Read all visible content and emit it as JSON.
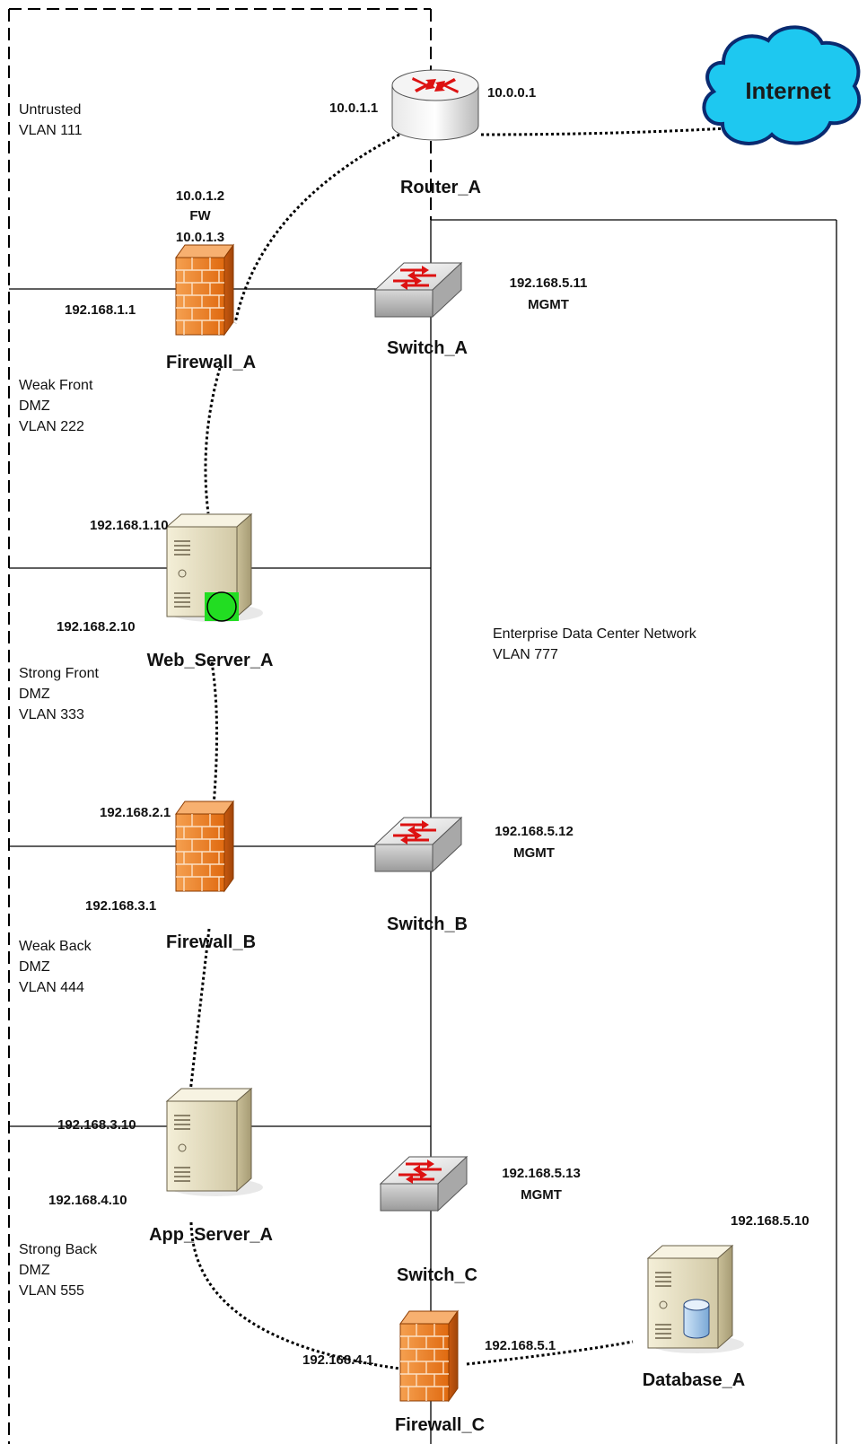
{
  "zones": {
    "untrusted": "Untrusted\nVLAN 111",
    "weak_front": "Weak Front\nDMZ\nVLAN 222",
    "strong_front": "Strong Front\nDMZ\nVLAN 333",
    "weak_back": "Weak Back\nDMZ\nVLAN 444",
    "strong_back": "Strong Back\nDMZ\nVLAN 555",
    "enterprise": "Enterprise Data Center Network\nVLAN 777"
  },
  "internet": {
    "label": "Internet"
  },
  "router_a": {
    "name": "Router_A",
    "ip_left": "10.0.1.1",
    "ip_right": "10.0.0.1"
  },
  "firewall_a": {
    "name": "Firewall_A",
    "ip_top1": "10.0.1.2",
    "fw_label": "FW",
    "ip_top2": "10.0.1.3",
    "ip_left": "192.168.1.1"
  },
  "switch_a": {
    "name": "Switch_A",
    "ip": "192.168.5.11",
    "mgmt": "MGMT"
  },
  "web_server_a": {
    "name": "Web_Server_A",
    "ip_top": "192.168.1.10",
    "ip_bottom": "192.168.2.10",
    "status_color": "#22dd22"
  },
  "firewall_b": {
    "name": "Firewall_B",
    "ip_top": "192.168.2.1",
    "ip_bottom": "192.168.3.1"
  },
  "switch_b": {
    "name": "Switch_B",
    "ip": "192.168.5.12",
    "mgmt": "MGMT"
  },
  "app_server_a": {
    "name": "App_Server_A",
    "ip_top": "192.168.3.10",
    "ip_bottom": "192.168.4.10"
  },
  "switch_c": {
    "name": "Switch_C",
    "ip": "192.168.5.13",
    "mgmt": "MGMT"
  },
  "firewall_c": {
    "name": "Firewall_C",
    "ip_left": "192.168.4.1",
    "ip_right": "192.168.5.1"
  },
  "database_a": {
    "name": "Database_A",
    "ip": "192.168.5.10"
  },
  "colors": {
    "firewall": "#f08a30",
    "cloud": "#1ec8f0",
    "router_arrow": "#dd1111"
  }
}
